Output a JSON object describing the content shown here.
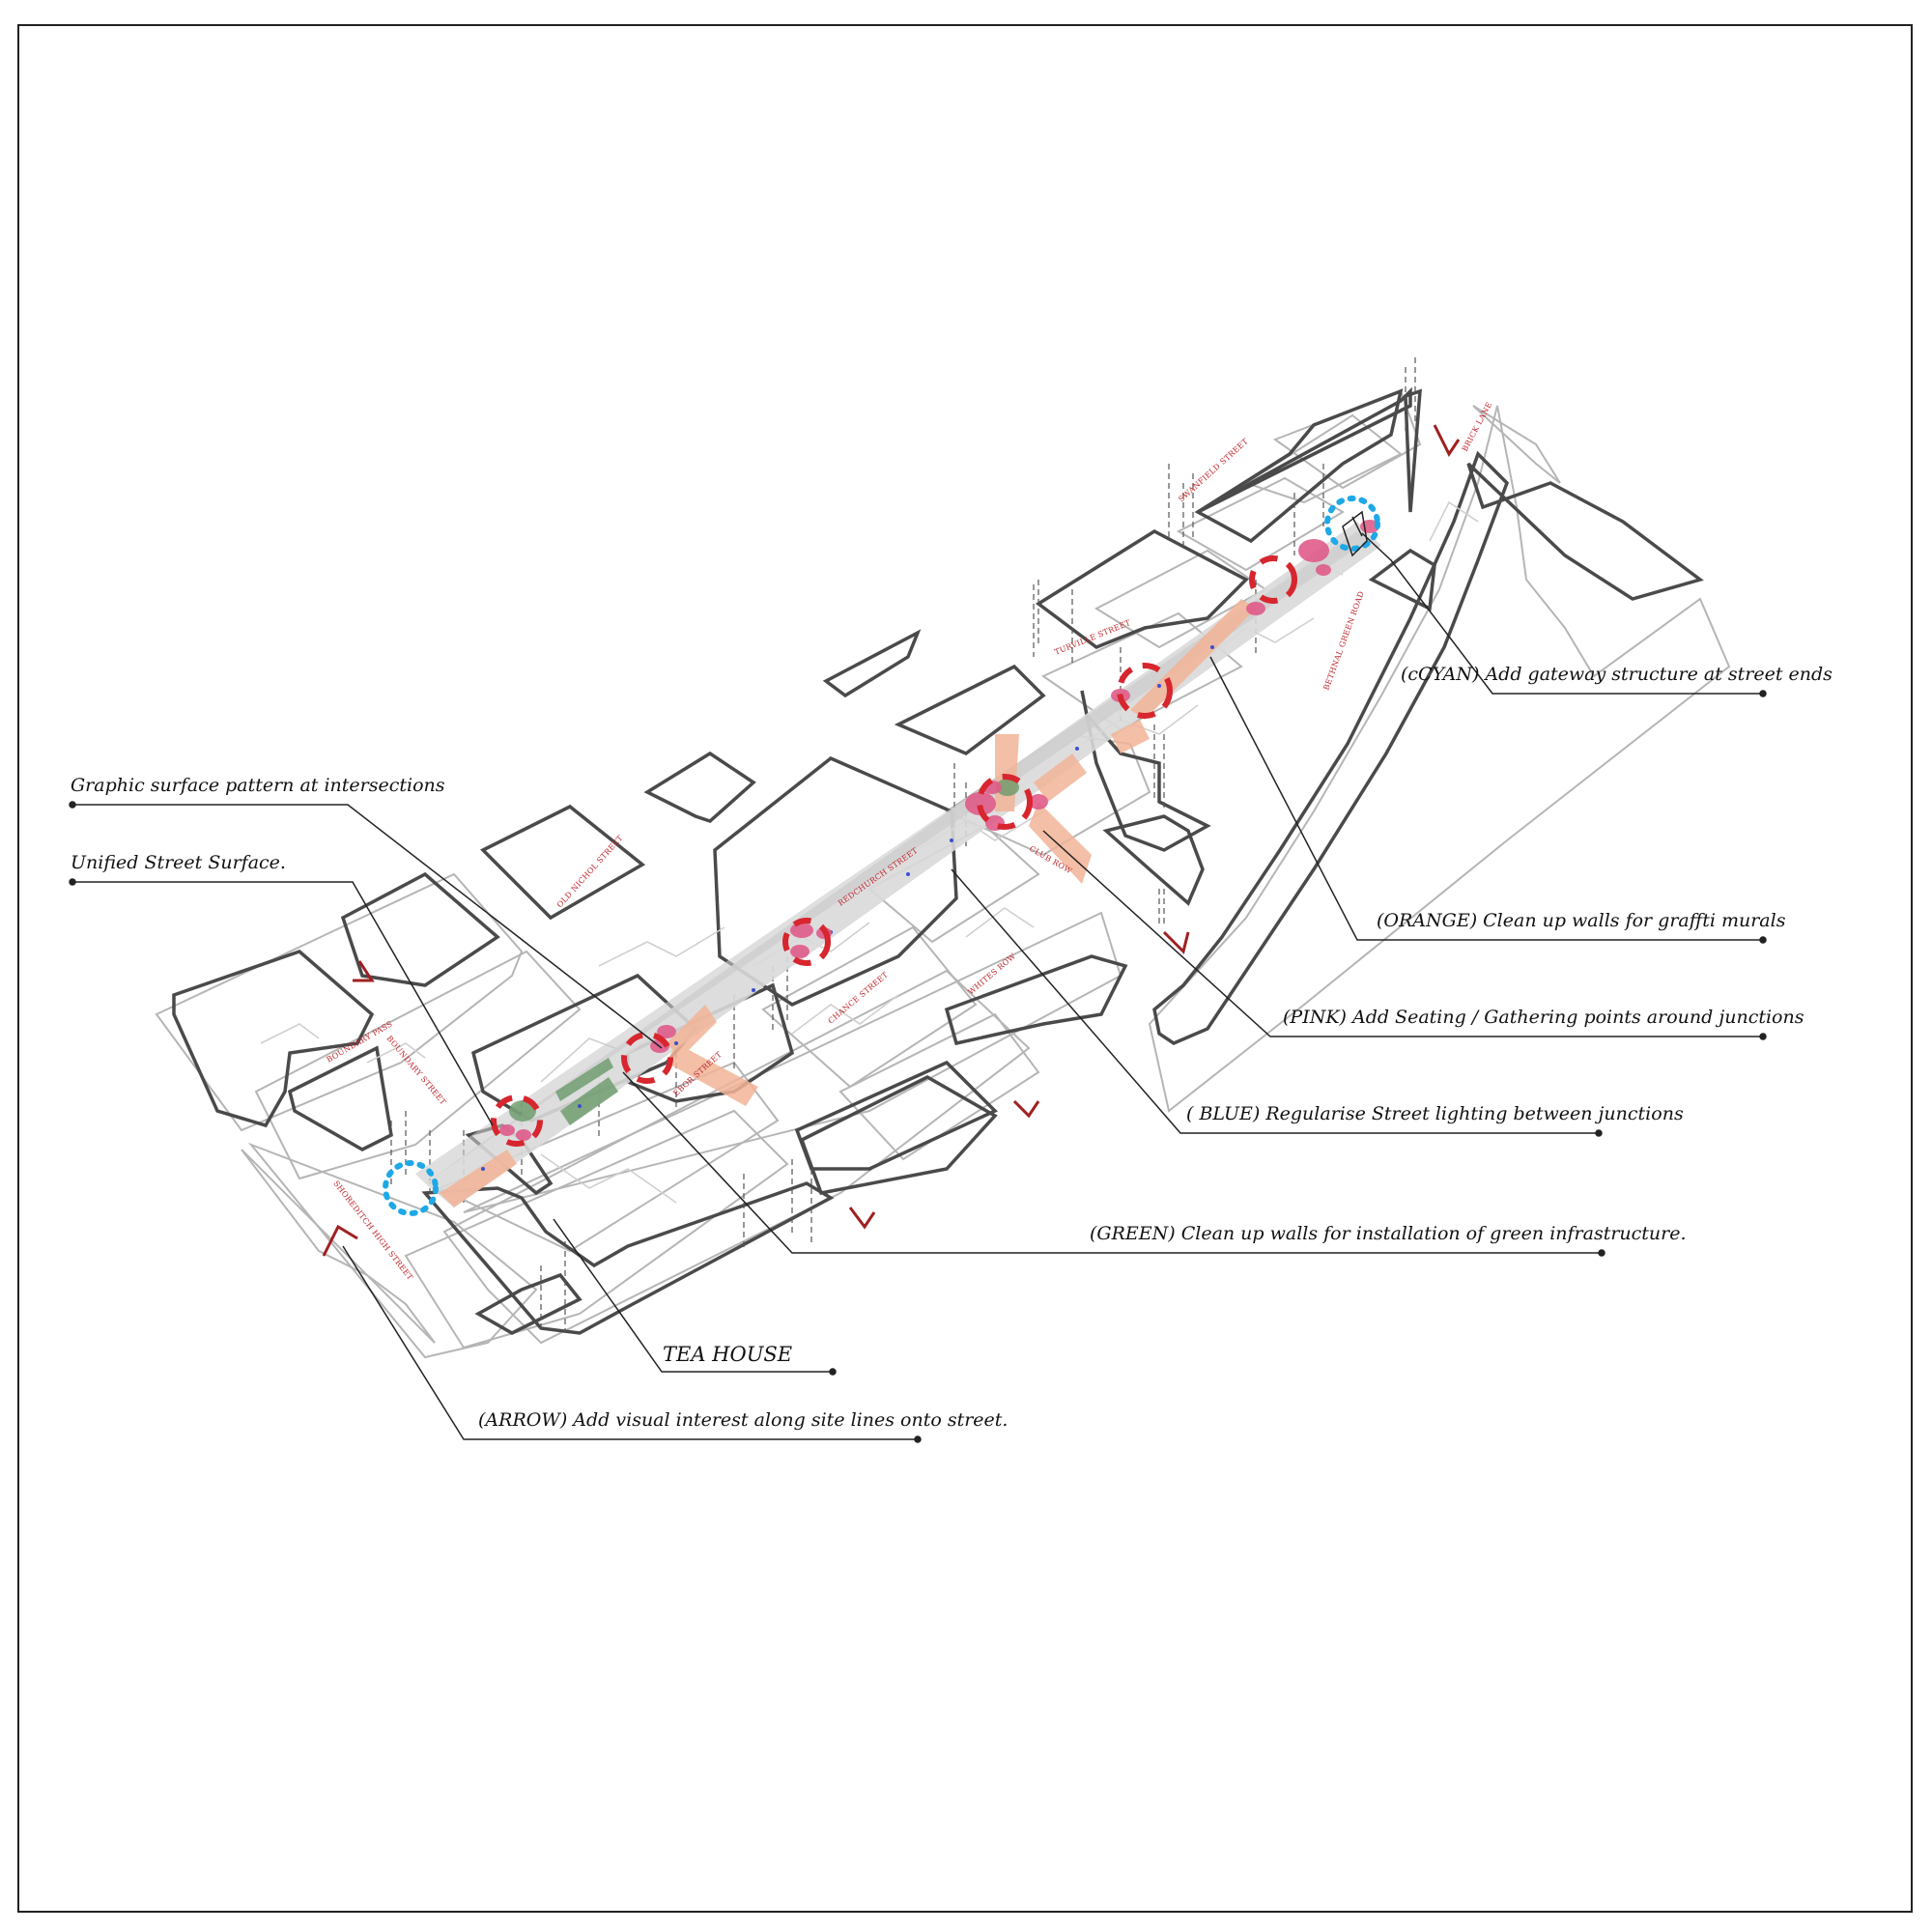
{
  "annotations": {
    "cyan": "(cCYAN) Add gateway structure at street ends",
    "orange": "(ORANGE) Clean up walls for graffti murals",
    "pink": "(PINK) Add Seating / Gathering points around  junctions",
    "blue": "( BLUE) Regularise Street lighting between junctions",
    "green": "(GREEN) Clean up walls for installation of  green infrastructure.",
    "tea_house": "TEA HOUSE",
    "arrow": "(ARROW) Add visual interest along site lines onto street.",
    "graphic": "Graphic surface pattern at intersections",
    "unified": "Unified Street Surface."
  },
  "streets": {
    "brick_lane": "BRICK LANE",
    "swanfield": "SWANFIELD STREET",
    "turville": "TURVILLE STREET",
    "bethnal": "BETHNAL GREEN ROAD",
    "club_row": "CLUB ROW",
    "redchurch": "REDCHURCH STREET",
    "old_nichol": "OLD NICHOL STREET",
    "chance": "CHANCE STREET",
    "whites": "WHITES ROW",
    "ebor": "EBOR STREET",
    "boundary": "BOUNDARY STREET",
    "boundary_pass": "BOUNDARY PASS",
    "shoreditch": "SHOREDITCH HIGH STREET"
  },
  "colors": {
    "junction_marker": "#d7262e",
    "seating": "#e05c8a",
    "gateway": "#1ea8e6",
    "graffiti_wall": "#f2b497",
    "green_wall": "#6a9a6a",
    "street_surface": "#d9d9d9",
    "lighting": "#3a4fd0",
    "site_arrow": "#a02020"
  }
}
